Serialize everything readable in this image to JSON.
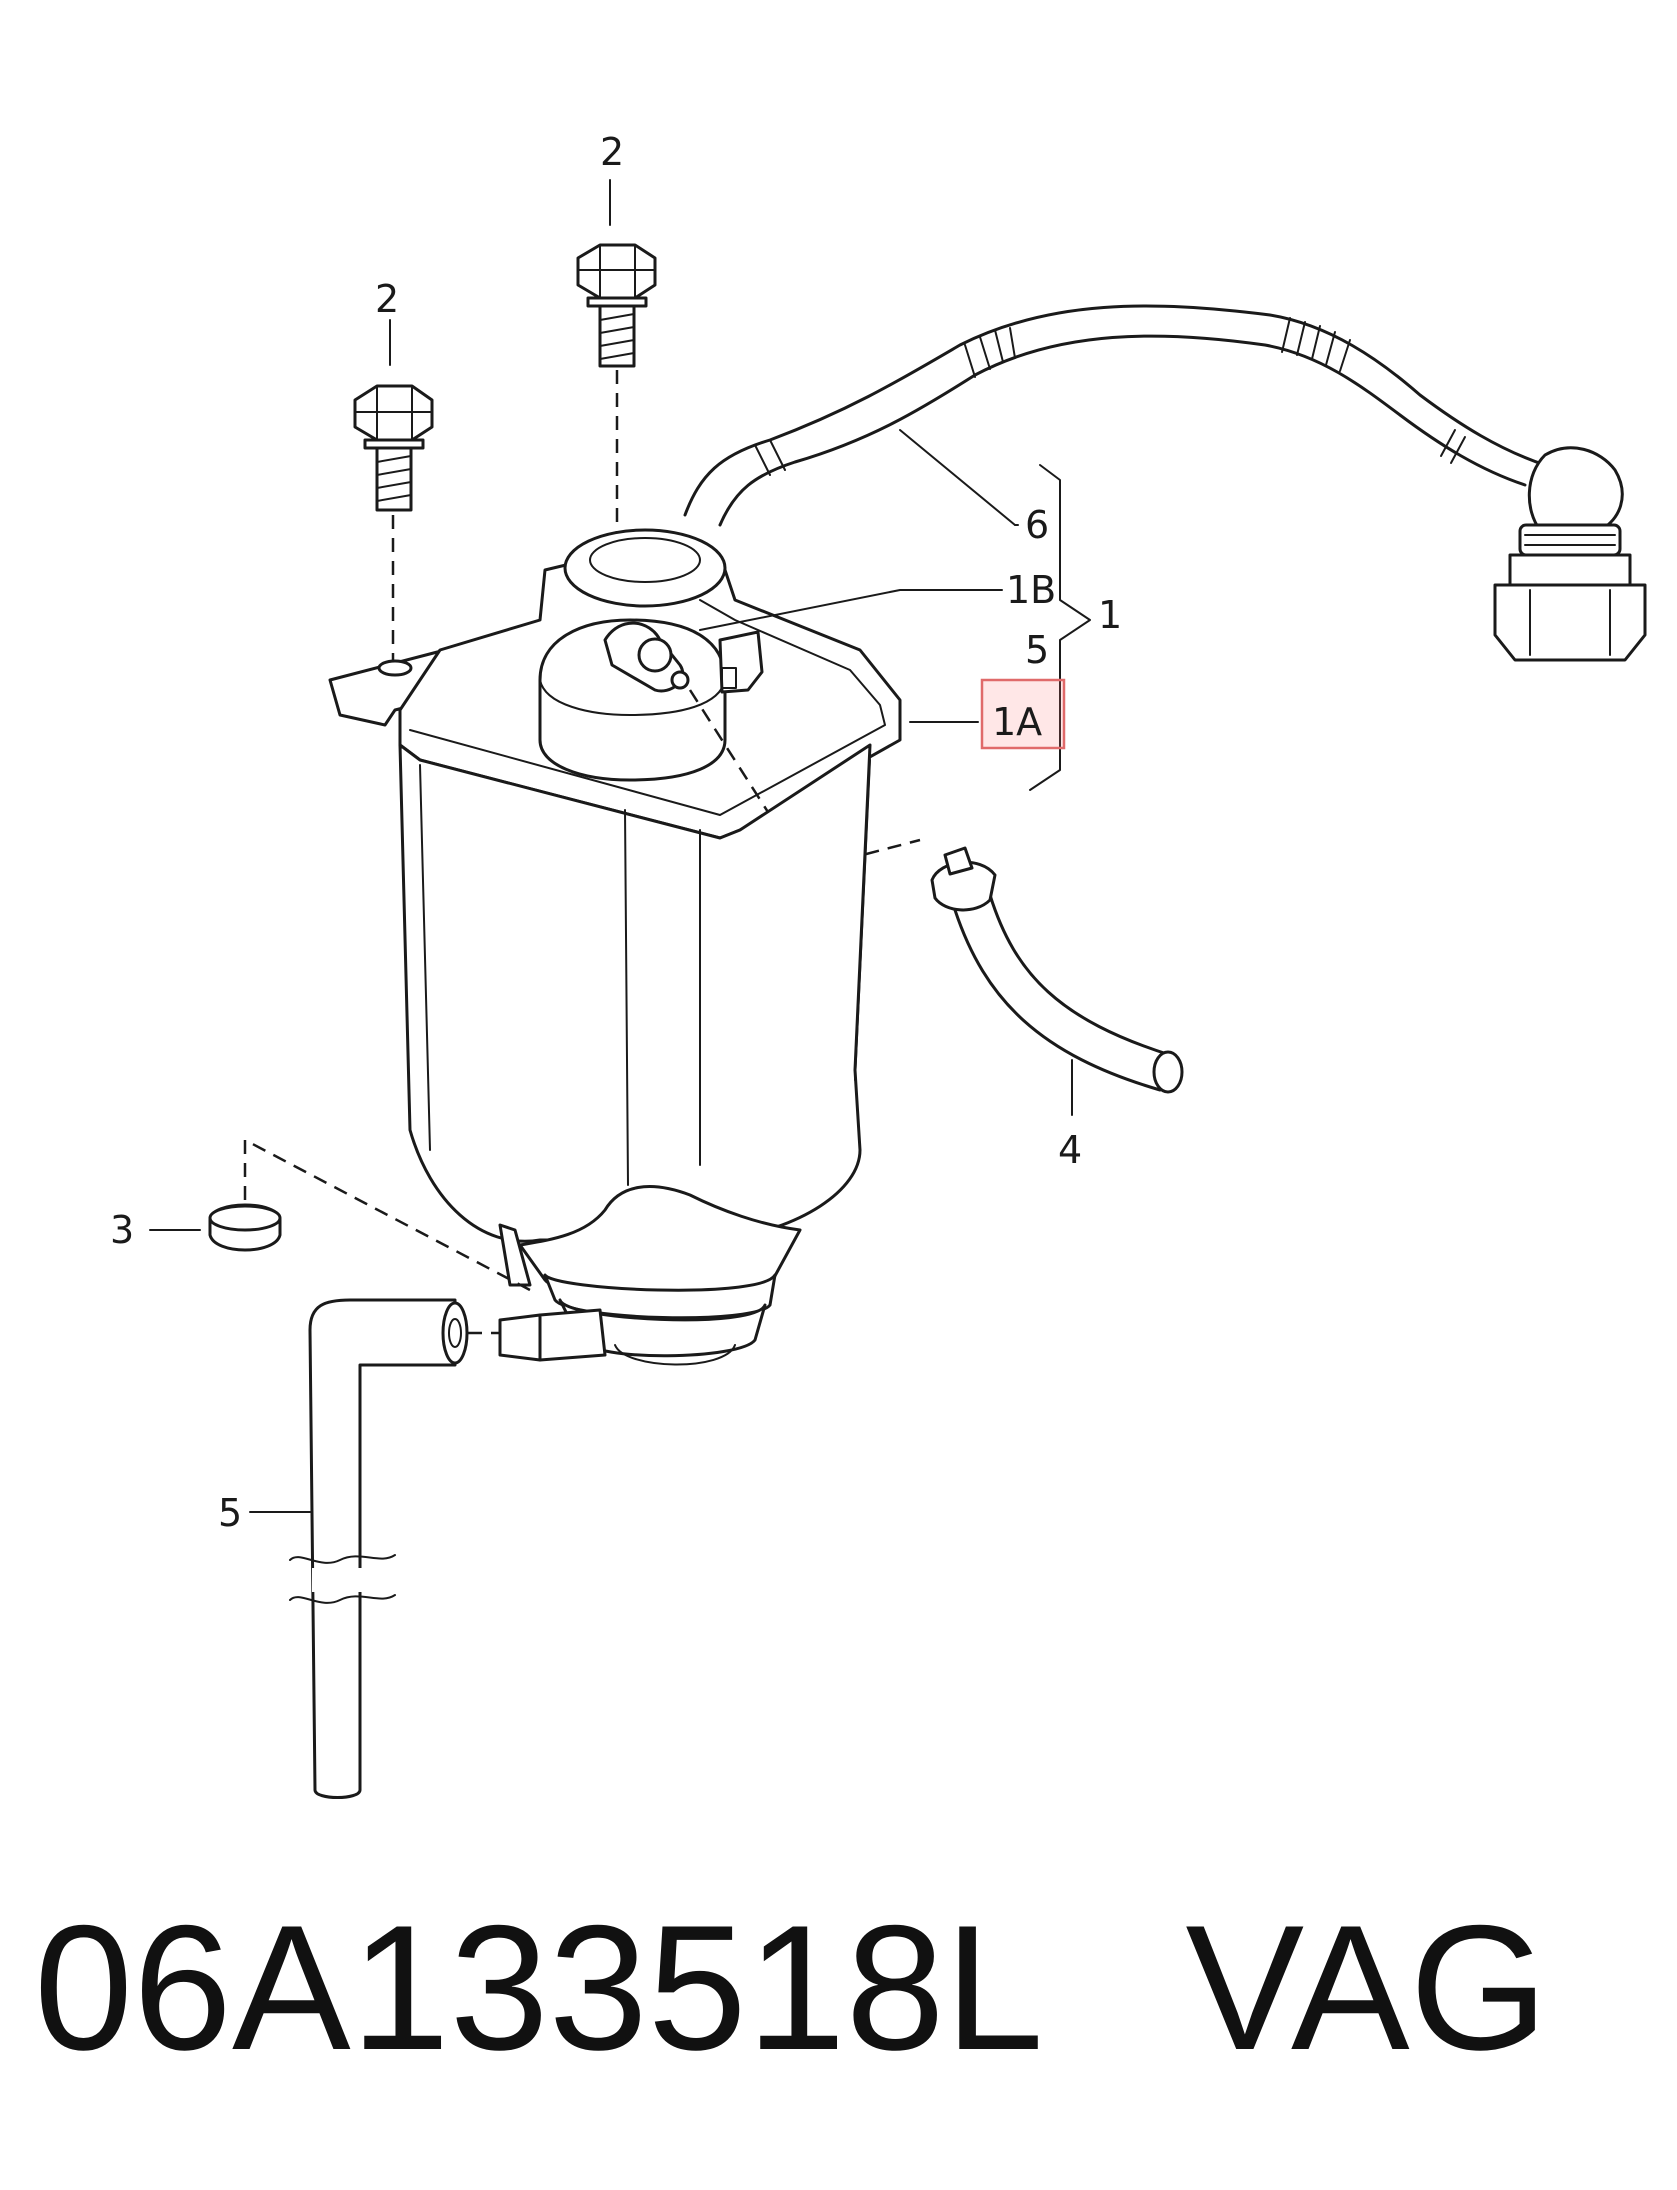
{
  "callouts": {
    "bolt_top": "2",
    "bolt_left": "2",
    "grommet": "3",
    "hose_right": "4",
    "hose_bottom": "5",
    "hose_bracket": "5",
    "line_top": "6",
    "sensor_b": "1B",
    "sensor_a": "1A",
    "assembly": "1"
  },
  "highlight_label": "1A",
  "footer": {
    "part_number": "06A133518L",
    "brand": "VAG"
  }
}
